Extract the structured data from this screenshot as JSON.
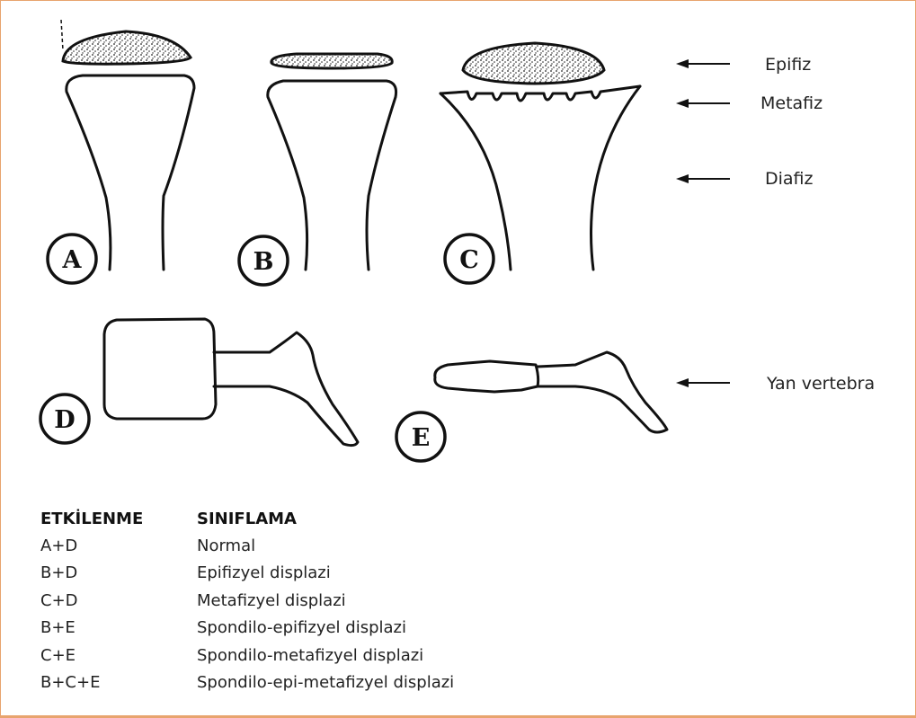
{
  "panels": [
    "A",
    "B",
    "C",
    "D",
    "E"
  ],
  "part_labels": {
    "epiphysis": "Epifiz",
    "metaphysis": "Metafiz",
    "diaphysis": "Diafiz",
    "lateral_vertebra": "Yan vertebra"
  },
  "table": {
    "headers": [
      "ETKİLENME",
      "SINIFLAMA"
    ],
    "rows": [
      {
        "involvement": "A+D",
        "classification": "Normal"
      },
      {
        "involvement": "B+D",
        "classification": "Epifizyel displazi"
      },
      {
        "involvement": "C+D",
        "classification": "Metafizyel displazi"
      },
      {
        "involvement": "B+E",
        "classification": "Spondilo-epifizyel displazi"
      },
      {
        "involvement": "C+E",
        "classification": "Spondilo-metafizyel displazi"
      },
      {
        "involvement": "B+C+E",
        "classification": "Spondilo-epi-metafizyel displazi"
      }
    ]
  },
  "colors": {
    "border": "#e8a46e",
    "ink": "#111111",
    "background": "#ffffff"
  }
}
